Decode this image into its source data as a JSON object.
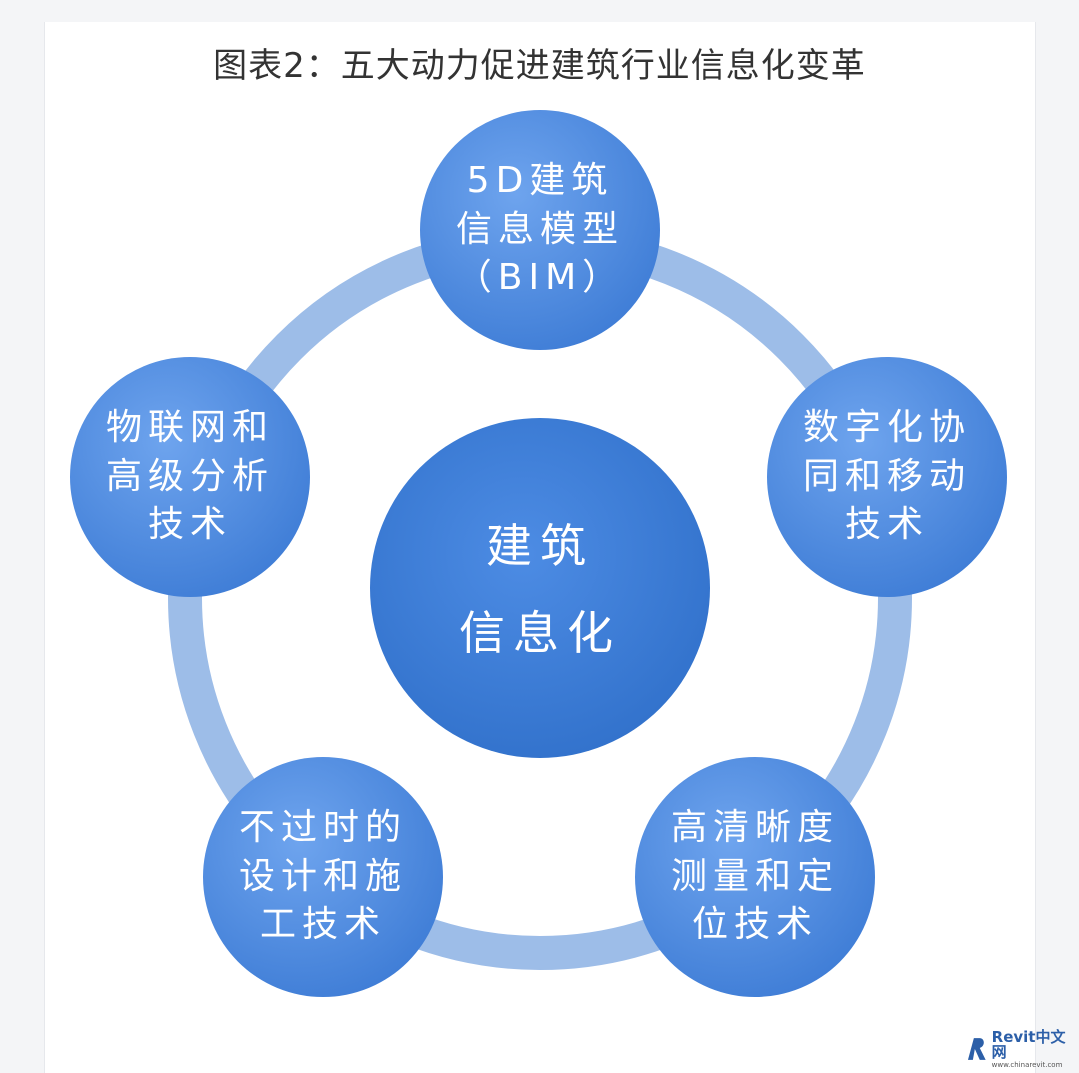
{
  "title": "图表2：五大动力促进建筑行业信息化变革",
  "center": {
    "line1": "建筑",
    "line2": "信息化"
  },
  "nodes": [
    {
      "label": "5D建筑信息模型（BIM）"
    },
    {
      "label": "数字化协同和移动技术"
    },
    {
      "label": "高清晰度测量和定位技术"
    },
    {
      "label": "不过时的设计和施工技术"
    },
    {
      "label": "物联网和高级分析技术"
    }
  ],
  "watermark": {
    "brand": "Revit中文网",
    "site": "www.chinarevit.com"
  },
  "colors": {
    "ring": "#9dbde8",
    "node": "#4f8ae0",
    "center": "#3a7bd5",
    "title": "#333333"
  }
}
